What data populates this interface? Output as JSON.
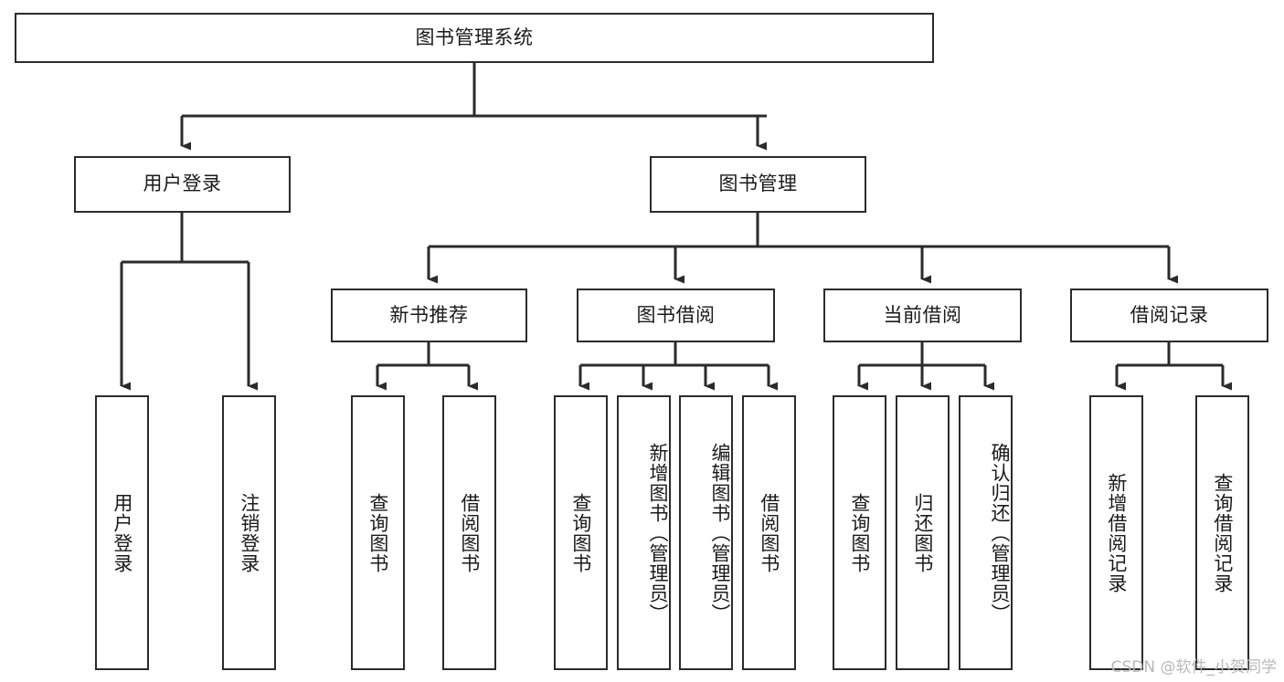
{
  "diagram": {
    "type": "tree-hierarchy-diagram",
    "title": "图书管理系统",
    "colors": {
      "box_border": "#2b2b2b",
      "box_fill": "#ffffff",
      "connector": "#2b2b2b",
      "text": "#1a1a1a",
      "watermark": "#b8b8b8",
      "background": "#ffffff"
    },
    "root": {
      "label": "图书管理系统"
    },
    "level2": [
      {
        "label": "用户登录"
      },
      {
        "label": "图书管理"
      }
    ],
    "level3": [
      {
        "label": "新书推荐"
      },
      {
        "label": "图书借阅"
      },
      {
        "label": "当前借阅"
      },
      {
        "label": "借阅记录"
      }
    ],
    "leaves": {
      "user_login": [
        {
          "label": "用户登录"
        },
        {
          "label": "注销登录"
        }
      ],
      "new_book_recommend": [
        {
          "label": "查询图书"
        },
        {
          "label": "借阅图书"
        }
      ],
      "book_borrow": [
        {
          "label": "查询图书"
        },
        {
          "label": "新增图书（管理员）"
        },
        {
          "label": "编辑图书（管理员）"
        },
        {
          "label": "借阅图书"
        }
      ],
      "current_borrow": [
        {
          "label": "查询图书"
        },
        {
          "label": "归还图书"
        },
        {
          "label": "确认归还（管理员）"
        }
      ],
      "borrow_record": [
        {
          "label": "新增借阅记录"
        },
        {
          "label": "查询借阅记录"
        }
      ]
    }
  },
  "watermark": {
    "text": "CSDN @软件_小贺同学"
  }
}
